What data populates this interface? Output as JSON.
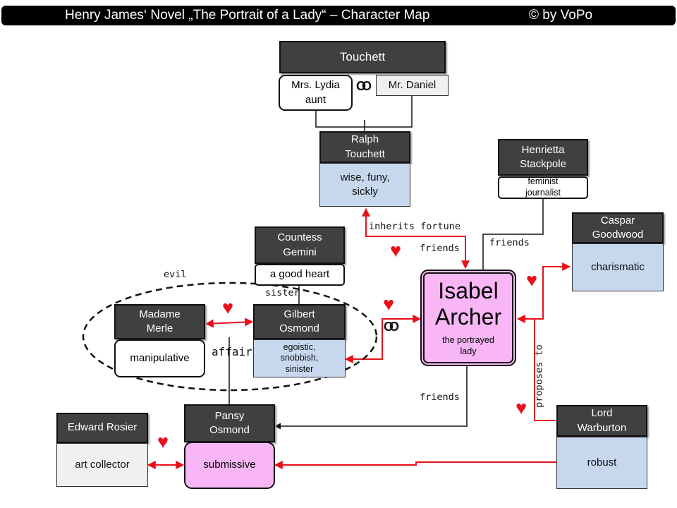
{
  "header": {
    "title": "Henry James‘ Novel „The Portrait of a Lady“ – Character Map",
    "credit": "©    by VoPo"
  },
  "touchett": {
    "family": "Touchett",
    "lydia": "Mrs. Lydia\naunt",
    "daniel": "Mr. Daniel",
    "marriage_symbol": "OO"
  },
  "ralph": {
    "name": "Ralph\nTouchett",
    "traits": "wise, funy,\nsickly"
  },
  "henrietta": {
    "name": "Henrietta\nStackpole",
    "traits": "feminist\njournalist"
  },
  "caspar": {
    "name": "Caspar\nGoodwood",
    "traits": "charismatic"
  },
  "countess": {
    "name": "Countess\nGemini",
    "traits": "a good heart"
  },
  "isabel": {
    "name": "Isabel\nArcher",
    "subtitle": "the portrayed\nlady"
  },
  "merle": {
    "name": "Madame\nMerle",
    "traits": "manipulative"
  },
  "osmond": {
    "name": "Gilbert\nOsmond",
    "traits": "egoistic,\nsnobbish,\nsinister"
  },
  "rosier": {
    "name": "Edward Rosier",
    "traits": "art collector"
  },
  "pansy": {
    "name": "Pansy\nOsmond",
    "traits": "submissive"
  },
  "warburton": {
    "name": "Lord\nWarburton",
    "traits": "robust"
  },
  "labels": {
    "inherits": "inherits fortune",
    "friends1": "friends",
    "friends2": "friends",
    "friends3": "friends",
    "evil": "evil",
    "sister": "sister",
    "affair": "affair",
    "proposes": "proposes to",
    "marriage_symbol": "OO"
  },
  "colors": {
    "relation_line": "#e8101a",
    "heart": "#e8101a",
    "head_box": "#404040",
    "trait_box": "#c6d7ee",
    "isabel_box": "#f9b6f6"
  }
}
